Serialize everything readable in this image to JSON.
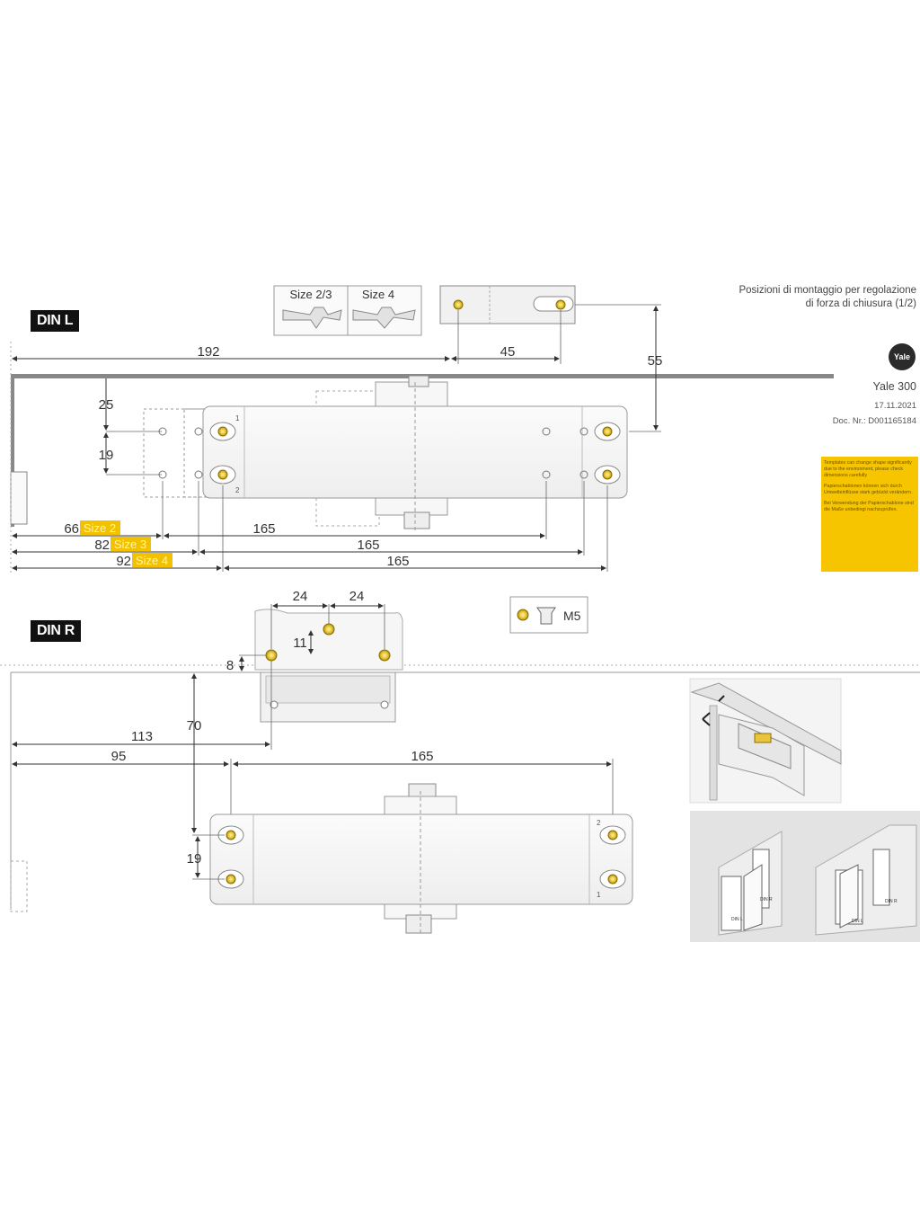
{
  "header": {
    "title_line1": "Posizioni di montaggio per regolazione",
    "title_line2": "di forza di chiusura (1/2)",
    "logo_text": "Yale",
    "product": "Yale 300",
    "date": "17.11.2021",
    "doc_nr": "Doc. Nr.: D001165184"
  },
  "notice": {
    "line1": "Templates can change shape significantly due to the environment, please check dimensions carefully",
    "line2": "Papierschablonen können sich durch Umwelteinflüsse stark gebückt verändern.",
    "line3": "Bei Verwendung der Papierschablone sind die Maße unbedingt nachzuprüfen."
  },
  "din_l": {
    "label": "DIN L",
    "size23": "Size 2/3",
    "size4": "Size 4",
    "dim_192": "192",
    "dim_45": "45",
    "dim_55": "55",
    "dim_25": "25",
    "dim_19": "19",
    "dim_66": "66",
    "dim_82": "82",
    "dim_92": "92",
    "tag_size2": "Size 2",
    "tag_size3": "Size 3",
    "tag_size4": "Size 4",
    "dim_165a": "165",
    "dim_165b": "165",
    "dim_165c": "165",
    "hole_1": "1",
    "hole_2": "2"
  },
  "screw": {
    "label": "M5"
  },
  "din_r": {
    "label": "DIN R",
    "dim_24a": "24",
    "dim_24b": "24",
    "dim_11": "11",
    "dim_8": "8",
    "dim_70": "70",
    "dim_113": "113",
    "dim_95": "95",
    "dim_165": "165",
    "dim_19": "19",
    "hole_1": "1",
    "hole_2": "2"
  },
  "illustration": {
    "door_l": "DIN L",
    "door_r": "DIN R",
    "door_l2": "DIN L",
    "door_r2": "DIN R"
  }
}
